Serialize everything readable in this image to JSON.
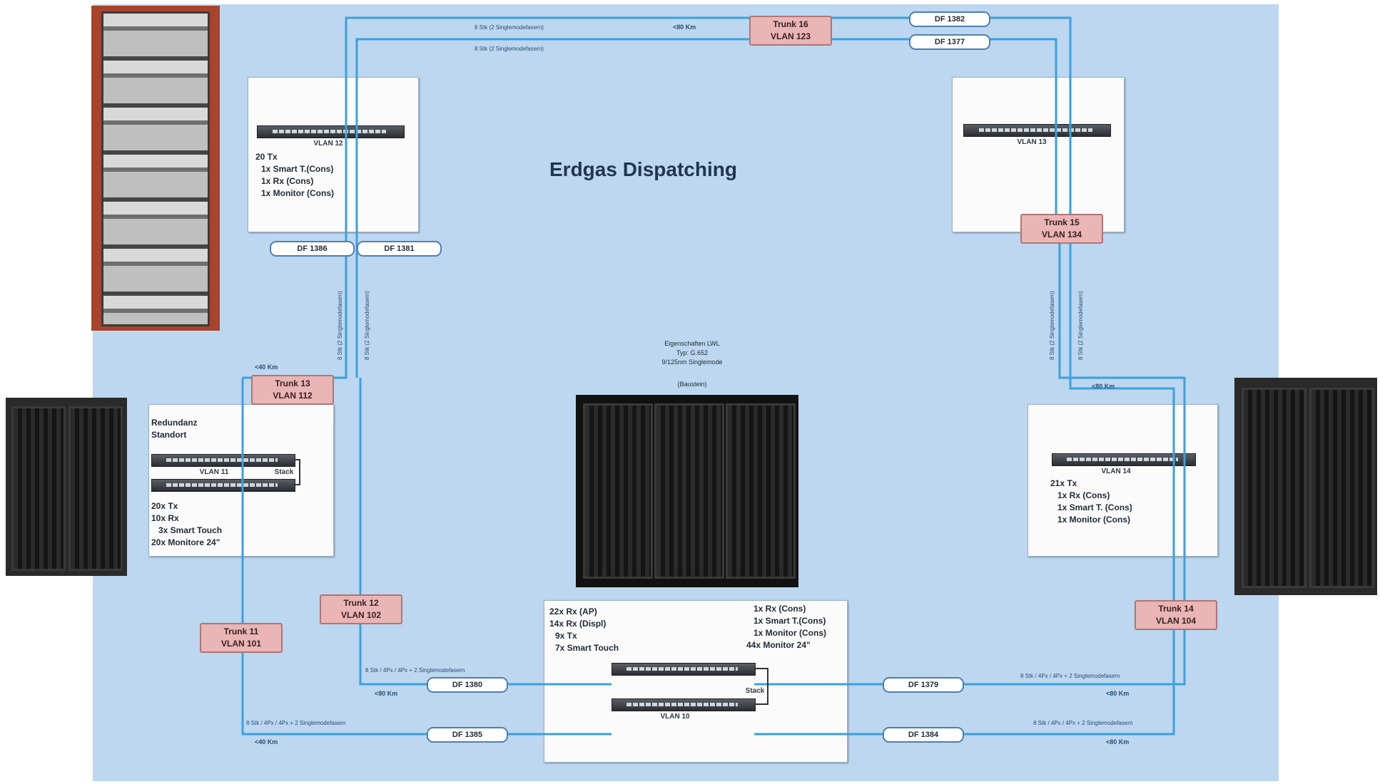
{
  "title": "Erdgas Dispatching",
  "site_nw": {
    "vlan": "VLAN 12",
    "lines": [
      "20 Tx",
      "1x Smart T.(Cons)",
      "1x Rx (Cons)",
      "1x Monitor (Cons)"
    ]
  },
  "site_ne": {
    "vlan": "VLAN 13"
  },
  "site_w": {
    "lines_top": [
      "Redundanz",
      "Standort"
    ],
    "vlan": "VLAN 11",
    "stack": "Stack",
    "lines": [
      "20x Tx",
      "10x Rx",
      "3x Smart Touch",
      "20x Monitore 24\""
    ]
  },
  "site_e": {
    "vlan": "VLAN 14",
    "lines": [
      "21x Tx",
      "1x Rx (Cons)",
      "1x Smart T. (Cons)",
      "1x Monitor (Cons)"
    ]
  },
  "site_center": {
    "lines_left": [
      "22x Rx (AP)",
      "14x Rx (Displ)",
      "9x Tx",
      "7x Smart Touch"
    ],
    "lines_right": [
      "1x Rx (Cons)",
      "1x Smart T.(Cons)",
      "1x Monitor (Cons)",
      "44x Monitor 24\""
    ],
    "vlan": "VLAN 10",
    "stack": "Stack"
  },
  "center_note": [
    "Eigenschaften LWL",
    "Typ: G.652",
    "9/125nm Singlemode",
    "",
    "(Baustein)"
  ],
  "trunks": {
    "t16": [
      "Trunk 16",
      "VLAN 123"
    ],
    "t15": [
      "Trunk 15",
      "VLAN 134"
    ],
    "t13": [
      "Trunk 13",
      "VLAN 112"
    ],
    "t12": [
      "Trunk 12",
      "VLAN 102"
    ],
    "t11": [
      "Trunk 11",
      "VLAN 101"
    ],
    "t14": [
      "Trunk 14",
      "VLAN 104"
    ]
  },
  "df": {
    "df1382": "DF 1382",
    "df1377": "DF 1377",
    "df1386": "DF 1386",
    "df1381": "DF 1381",
    "df1380": "DF 1380",
    "df1385": "DF 1385",
    "df1379": "DF 1379",
    "df1384": "DF 1384"
  },
  "distances": {
    "top": "<80 Km",
    "west": "<40 Km",
    "east": "<80 Km",
    "bl1": "<80 Km",
    "bl2": "<40 Km",
    "br1": "<80 Km",
    "br2": "<80 Km"
  },
  "fiber_labels": {
    "top1": "8 Stk (2 Singlemodefasern)",
    "top2": "8 Stk (2 Singlemodefasern)",
    "left1": "8 Stk (2 Singlemodefasern)",
    "left2": "8 Stk (2 Singlemodefasern)",
    "right1": "8 Stk (2 Singlemodefasern)",
    "right2": "8 Stk (2 Singlemodefasern)",
    "bl1": "8 Stk / 4Px / 4Px + 2 Singlemodefasern",
    "bl2": "8 Stk / 4Px / 4Px + 2 Singlemodefasern",
    "br1": "8 Stk / 4Px / 4Px + 2 Singlemodefasern",
    "br2": "8 Stk / 4Px / 4Px + 2 Singlemodefasern"
  },
  "colors": {
    "background": "#bcd7ef",
    "link": "#3aa0df",
    "trunk": "#e9b5b5",
    "df_border": "#4d7fb3"
  }
}
